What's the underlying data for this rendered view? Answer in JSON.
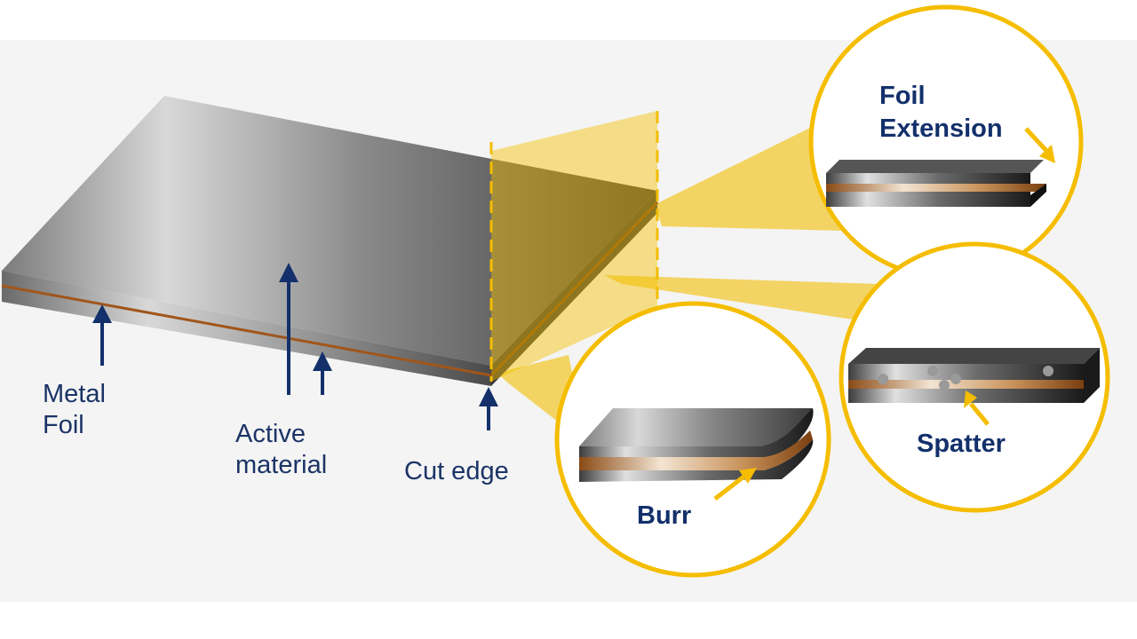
{
  "labels": {
    "metal_foil": [
      "Metal",
      "Foil"
    ],
    "active_material": [
      "Active",
      "material"
    ],
    "cut_edge": "Cut edge"
  },
  "callouts": {
    "foil_extension": [
      "Foil",
      "Extension"
    ],
    "spatter": "Spatter",
    "burr": "Burr"
  },
  "colors": {
    "accent": "#f5bd00",
    "text": "#13306b",
    "copper": "#a0561b"
  }
}
